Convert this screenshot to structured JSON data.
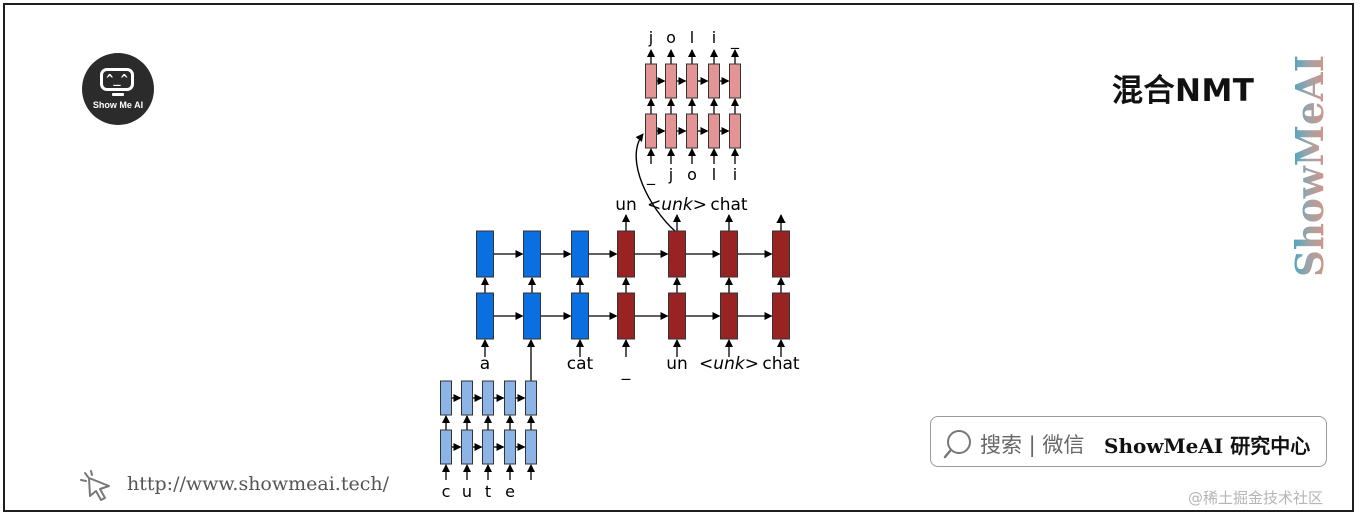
{
  "brand": {
    "logo_text": "Show Me AI",
    "logo_face": "^_^",
    "side_text": "ShowMeAI"
  },
  "slide": {
    "title": "混合NMT"
  },
  "footer": {
    "url": "http://www.showmeai.tech/",
    "search_label": "搜索 | 微信",
    "search_brand": "ShowMeAI 研究中心",
    "watermark": "@稀土掘金技术社区"
  },
  "diagram": {
    "colors": {
      "encoder_word": "#0a6fe0",
      "decoder_word": "#992222",
      "encoder_char": "#8db4e6",
      "decoder_char": "#e39595"
    },
    "word_encoder_inputs": [
      "a",
      "",
      "cat"
    ],
    "word_decoder_inputs": [
      "_",
      "un",
      "<unk>",
      "chat"
    ],
    "word_decoder_outputs": [
      "un",
      "<unk>",
      "chat",
      "_"
    ],
    "char_encoder_inputs": [
      "c",
      "u",
      "t",
      "e",
      "_"
    ],
    "char_decoder_inputs": [
      "_",
      "j",
      "o",
      "l",
      "i"
    ],
    "char_decoder_outputs": [
      "j",
      "o",
      "l",
      "i",
      "_"
    ]
  }
}
